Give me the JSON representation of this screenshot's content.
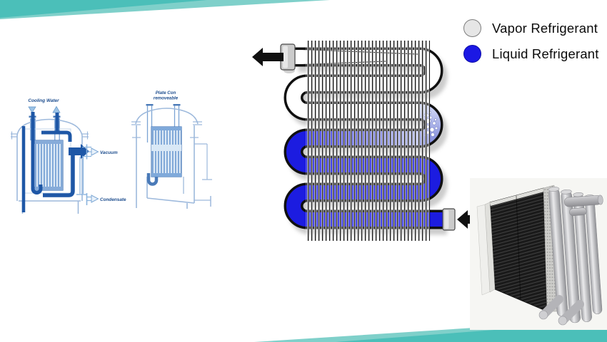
{
  "page": {
    "background": "#ffffff",
    "accent_teal": "#4fc1bb",
    "accent_teal_light": "#7fd0ca"
  },
  "legend": {
    "items": [
      {
        "label": "Vapor Refrigerant",
        "swatch_color": "#e6e6e6",
        "swatch_border": "#7d7d7d",
        "icon": "vapor-circle-icon"
      },
      {
        "label": "Liquid Refrigerant",
        "swatch_color": "#1b18e4",
        "swatch_border": "#0d0da8",
        "icon": "liquid-circle-icon"
      }
    ]
  },
  "diagrams": {
    "shell_condenser": {
      "labels": {
        "cooling_water": "Cooling Water",
        "vacuum": "Vacuum",
        "condensate": "Condensate"
      },
      "line_color": "#9db9dc",
      "pipe_color": "#1e57a6",
      "label_color": "#1d4d8e"
    },
    "plate_condenser": {
      "title_line1": "Plate Con",
      "title_line2": "removeable",
      "label_color": "#1d4d8e"
    },
    "finned_coil": {
      "vapor_color": "#ffffff",
      "two_phase_color": "#aab3e6",
      "liquid_color": "#1c1ce0",
      "fin_color": "#141414",
      "fitting_color": "#cbcbcb",
      "flow_arrows": [
        "arrow-left-out",
        "arrow-left-in"
      ]
    }
  }
}
